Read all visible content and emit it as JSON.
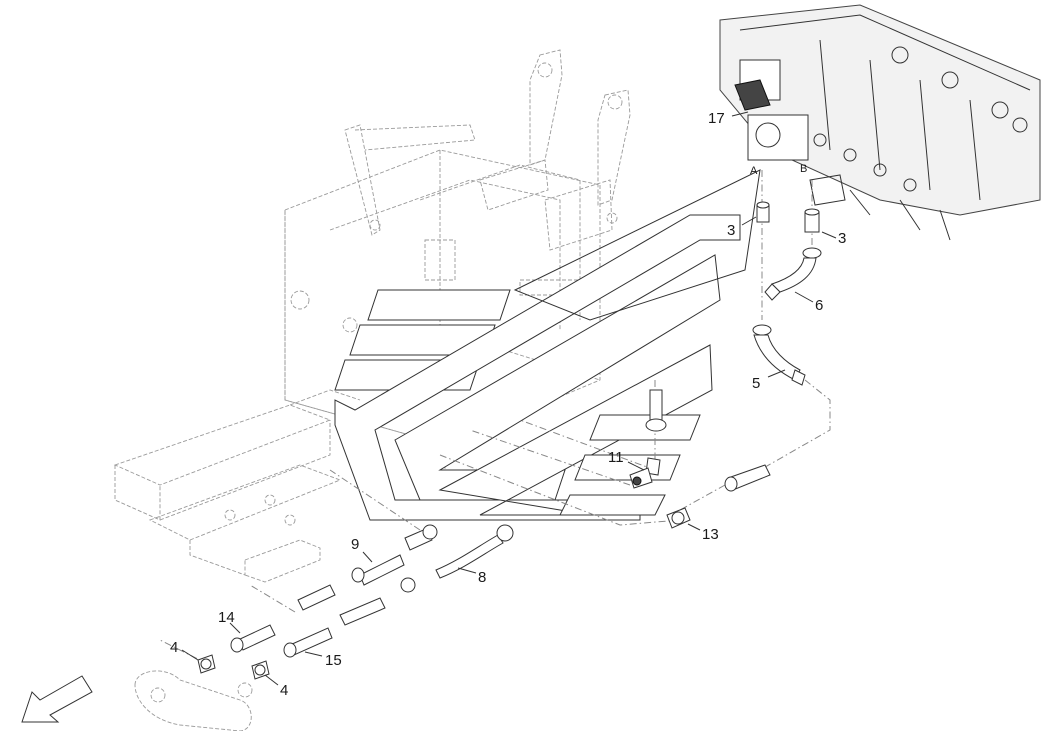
{
  "diagram": {
    "callouts": {
      "c17": "17",
      "c3a": "3",
      "c3b": "3",
      "c6": "6",
      "c5": "5",
      "c11": "11",
      "c13": "13",
      "c9": "9",
      "c8": "8",
      "c14": "14",
      "c4a": "4",
      "c15": "15",
      "c4b": "4"
    },
    "port_labels": {
      "port_a": "A",
      "port_b": "B"
    },
    "icons": {
      "direction_arrow": "front-direction-arrow-icon"
    }
  }
}
